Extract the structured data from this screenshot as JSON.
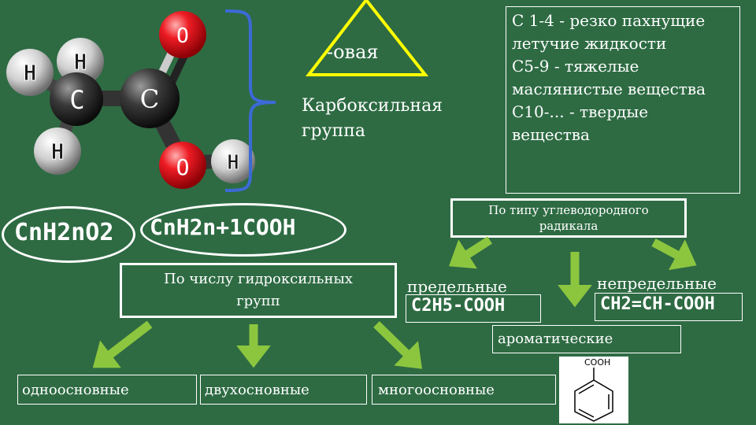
{
  "molecule": {
    "atom_labels": {
      "h1": "H",
      "h2": "H",
      "h3": "H",
      "c1": "C",
      "c2": "C",
      "o1": "O",
      "o2": "O",
      "h4": "H"
    }
  },
  "triangle_label": "-овая",
  "carboxyl_label": {
    "line1": "Карбоксильная",
    "line2": "группа"
  },
  "properties": {
    "line1": "С 1-4 - резко пахнущие",
    "line2": "летучие жидкости",
    "line3": "С5-9 - тяжелые",
    "line4": "маслянистые вещества",
    "line5": "С10-... - твердые",
    "line6": "вещества"
  },
  "formulas": {
    "general": "CnH2nO2",
    "acid": "CnH2n+1COOH"
  },
  "radical_box": {
    "line1": "По типу углеводородного",
    "line2": "радикала"
  },
  "hydroxyl_box": {
    "line1": "По числу гидроксильных",
    "line2": "групп"
  },
  "saturated": {
    "label": "предельные",
    "formula": "C2H5-COOH"
  },
  "unsaturated": {
    "label": "непредельные",
    "formula": "CH2=CH-COOH"
  },
  "aromatic": {
    "label": "ароматические",
    "structure_label": "COOH"
  },
  "basicity": {
    "mono": "одноосновные",
    "di": "двухосновные",
    "poly": "многоосновные"
  },
  "colors": {
    "background": "#2e6b43",
    "arrow": "#8cc63f",
    "triangle": "#ffff00",
    "oxygen": "#e8141c"
  }
}
